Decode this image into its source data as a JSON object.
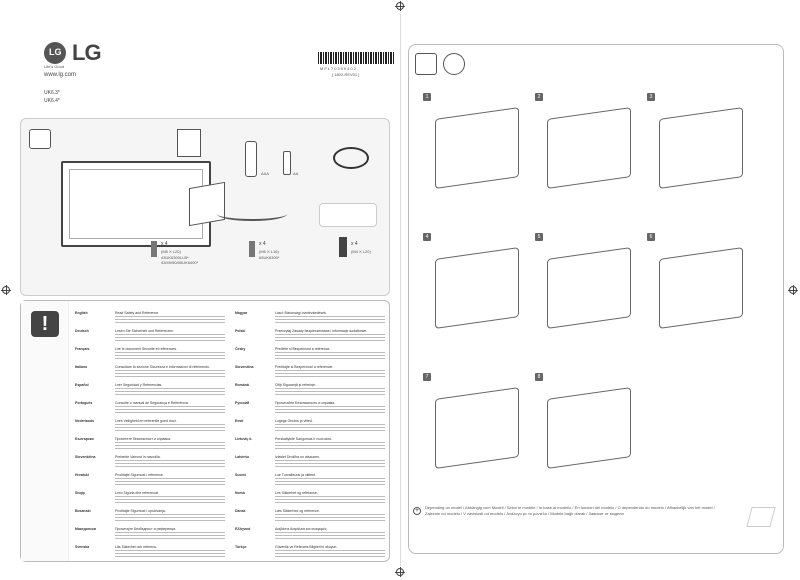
{
  "brand": {
    "name": "LG",
    "tagline": "Life's Good",
    "website": "www.lg.com"
  },
  "models": [
    "UK6.3*",
    "UK6.4*"
  ],
  "barcode": {
    "number": "MFL70399402",
    "label": "[ 1802-REV01 ]"
  },
  "screws": [
    {
      "qty": "x 4",
      "size": "(M5 X L20)",
      "models": "43UK6300LLB*\n43/49/50/55UK6400*"
    },
    {
      "qty": "x 4",
      "size": "(M5 X L16)",
      "models": "65UK6300*"
    },
    {
      "qty": "x 4",
      "size": "(M4 X L20)",
      "models": ""
    }
  ],
  "accessory_labels": {
    "aaa": "AAA",
    "aa": "AA"
  },
  "safety_languages": [
    {
      "lang": "English",
      "title": "Read Safety and Reference."
    },
    {
      "lang": "Deutsch",
      "title": "Lesen Sie Sicherheit und Referenzen."
    },
    {
      "lang": "Français",
      "title": "Lire le document Sécurité et références."
    },
    {
      "lang": "Italiano",
      "title": "Consultare la sezione Sicurezza e informazioni di riferimento."
    },
    {
      "lang": "Español",
      "title": "Leer Seguridad y Referencias."
    },
    {
      "lang": "Português",
      "title": "Consulte o manual de Segurança e Referência."
    },
    {
      "lang": "Nederlands",
      "title": "Lees Veiligheid en referentie goed door."
    },
    {
      "lang": "Български",
      "title": "Прочетете безопасност и справка."
    },
    {
      "lang": "Slovenščina",
      "title": "Preberite Varnost in navodila."
    },
    {
      "lang": "Hrvatski",
      "title": "Pročitajte Sigurnost i reference."
    },
    {
      "lang": "Shqip",
      "title": "Lexo Siguria dhe referencat."
    },
    {
      "lang": "Bosanski",
      "title": "Pročitajte Sigurnost i upućivanja."
    },
    {
      "lang": "Македонски",
      "title": "Прочитајте Безбедност и референци."
    },
    {
      "lang": "Svenska",
      "title": "Läs Säkerhet och referens."
    },
    {
      "lang": "Magyar",
      "title": "Lásd: Biztonsági óvintézkedések."
    },
    {
      "lang": "Polski",
      "title": "Przeczytaj Zasady bezpieczeństwa i informacje dodatkowe."
    },
    {
      "lang": "Česky",
      "title": "Přečtěte si Bezpečnost a reference."
    },
    {
      "lang": "Slovenčina",
      "title": "Prečítajte si Bezpečnosť a referencie."
    },
    {
      "lang": "Română",
      "title": "Citiţi Siguranţă şi referinţe."
    },
    {
      "lang": "Русский",
      "title": "Прочитайте Безопасность и справка."
    },
    {
      "lang": "Eesti",
      "title": "Lugege Ohutus ja viited."
    },
    {
      "lang": "Lietuvių k.",
      "title": "Perskaitykite Saugumas ir nuorodos."
    },
    {
      "lang": "Latviešu",
      "title": "Izlasiet Drošība un atsauces."
    },
    {
      "lang": "Suomi",
      "title": "Lue Turvallisuus ja viitteet."
    },
    {
      "lang": "Norsk",
      "title": "Les Sikkerhet og referanse."
    },
    {
      "lang": "Dansk",
      "title": "Læs Sikkerhed og reference."
    },
    {
      "lang": "Ελληνικά",
      "title": "Διαβάστε Ασφάλεια και αναφορές."
    },
    {
      "lang": "Türkçe",
      "title": "Güvenlik ve Referans Bilgileri'ni okuyun."
    }
  ],
  "steps": [
    "1",
    "2",
    "3",
    "4",
    "5",
    "6",
    "7",
    "8"
  ],
  "footer_note": "Depending on model / Abhängig vom Modell / Selon le modèle / In base al modello / En función del modelo / O dependendo do modelo / Afhankelijk van het model / Zależnie od modelu / V závislosti od modelu / Ανάλογα με το μοντέλο / Modele bağlı olarak / Зависит от модели"
}
